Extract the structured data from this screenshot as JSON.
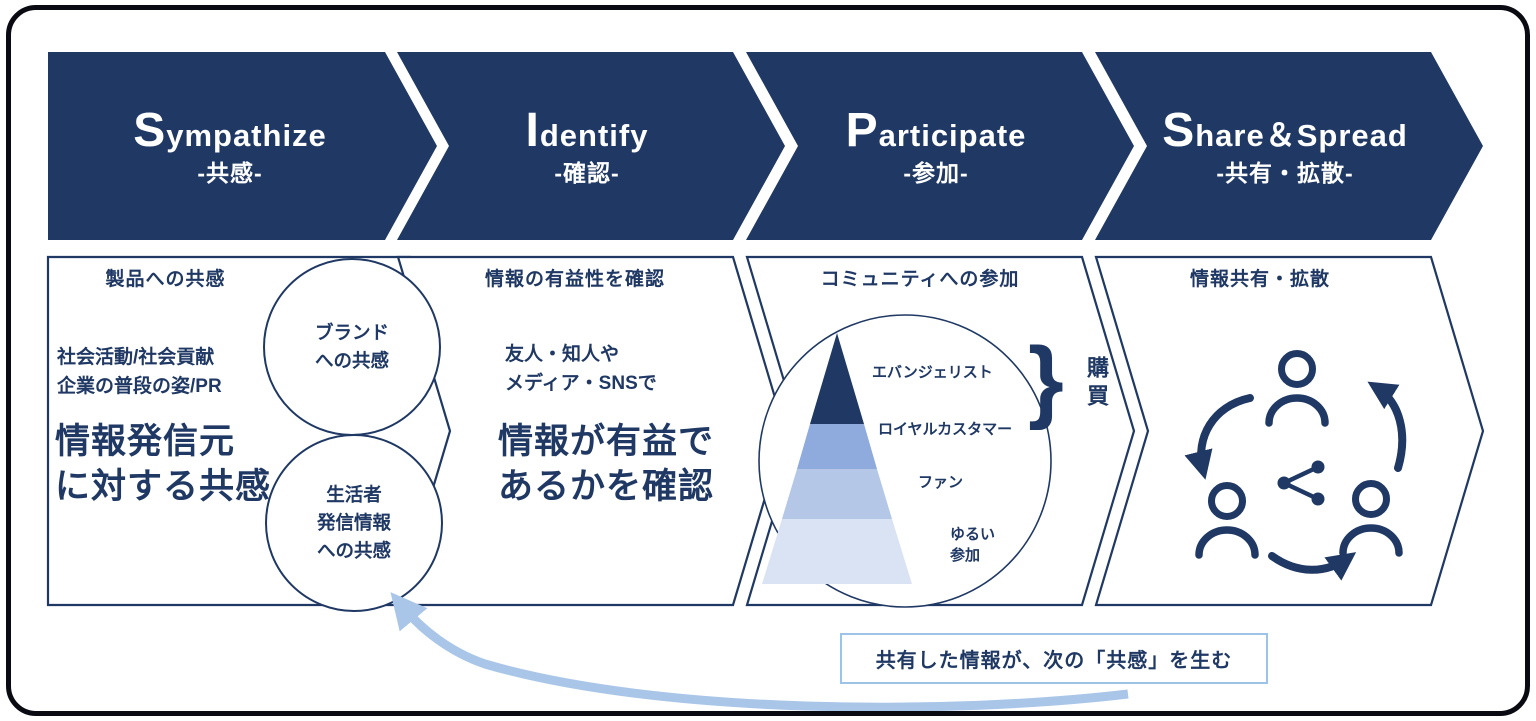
{
  "colors": {
    "navy": "#1f3864",
    "frame_border": "#0a0a12",
    "note_border": "#9dc3e6",
    "feedback_arrow": "#a9c6e8"
  },
  "stages": [
    {
      "initial": "S",
      "rest": "ympathize",
      "subtitle": "-共感-"
    },
    {
      "initial": "I",
      "rest": "dentify",
      "subtitle": "-確認-"
    },
    {
      "initial": "P",
      "rest": "articipate",
      "subtitle": "-参加-"
    },
    {
      "initial": "S",
      "rest": "hare＆Spread",
      "subtitle": "-共有・拡散-"
    }
  ],
  "sympathize_panel": {
    "heading": "製品への共感",
    "sub_line1": "社会活動/社会貢献",
    "sub_line2": "企業の普段の姿/PR",
    "big_line1": "情報発信元",
    "big_line2": "に対する共感",
    "brand_circle_line1": "ブランド",
    "brand_circle_line2": "への共感",
    "consumer_circle_line1": "生活者",
    "consumer_circle_line2": "発信情報",
    "consumer_circle_line3": "への共感"
  },
  "identify_panel": {
    "heading": "情報の有益性を確認",
    "sub_line1": "友人・知人や",
    "sub_line2": "メディア・SNSで",
    "big_line1": "情報が有益で",
    "big_line2": "あるかを確認"
  },
  "participate_panel": {
    "heading": "コミュニティへの参加",
    "pyramid_levels": [
      {
        "label": "エバンジェリスト",
        "color": "#1f3864"
      },
      {
        "label": "ロイヤルカスタマー",
        "color": "#8faadc"
      },
      {
        "label": "ファン",
        "color": "#b4c7e7"
      },
      {
        "label": "ゆるい参加",
        "color": "#dae3f3"
      }
    ],
    "purchase_label": "購買",
    "brace_glyph": "}"
  },
  "share_panel": {
    "heading": "情報共有・拡散"
  },
  "footer_note": "共有した情報が、次の「共感」を生む"
}
